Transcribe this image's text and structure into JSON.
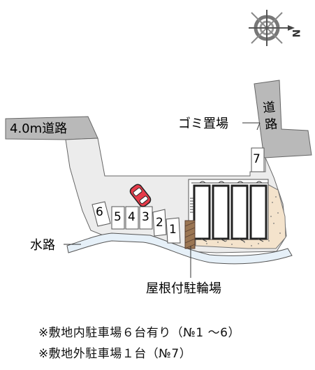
{
  "roads": {
    "left_label": "4.0m道路",
    "right_label_top": "道",
    "right_label_bottom": "路"
  },
  "labels": {
    "garbage": "ゴミ置場",
    "waterway": "水路",
    "bicycle_parking": "屋根付駐輪場"
  },
  "compass": {
    "north_letter": "N"
  },
  "parking_spaces": [
    "1",
    "2",
    "3",
    "4",
    "5",
    "6",
    "7"
  ],
  "notes": {
    "line1": "※敷地内駐車場６台有り（№1 ～6）",
    "line2": "※敷地外駐車場１台（№7）"
  },
  "colors": {
    "road_fill": "#b9b9b9",
    "site_fill": "#ececec",
    "garden_fill": "#f4e3cc",
    "bike_fill": "#9b7653",
    "water_fill": "#e6f0f8",
    "outline": "#555555"
  }
}
